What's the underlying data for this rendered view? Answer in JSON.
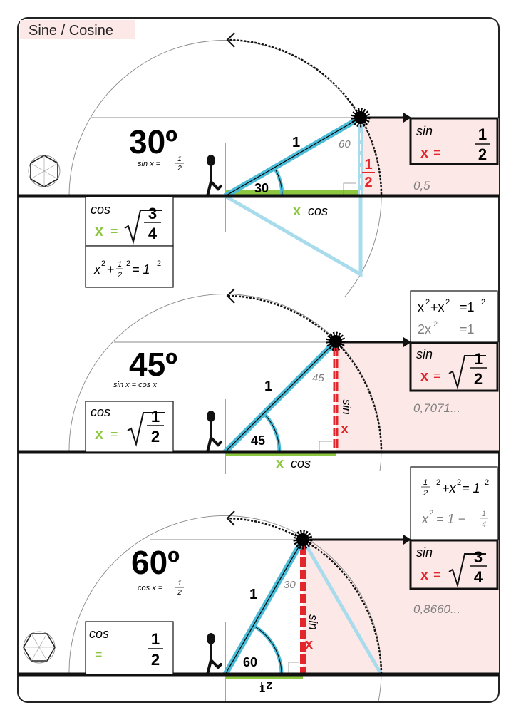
{
  "title": "Sine / Cosine",
  "colors": {
    "pink": "#fde8e8",
    "blue": "#4bbcd8",
    "light_blue": "#a8dcec",
    "green": "#8dc63f",
    "red": "#e3262b"
  },
  "panels": [
    {
      "degree": "30º",
      "relation": "sin x =",
      "relation_num": "1",
      "relation_den": "2",
      "hyp": "1",
      "angle": "30",
      "complement": "60",
      "sin_side_num": "1",
      "sin_side_den": "2",
      "cos_x": "x",
      "cos_word": "cos",
      "sin_box": {
        "fn": "sin",
        "x": "x",
        "eq": "=",
        "num": "1",
        "den": "2"
      },
      "decimal": "0,5",
      "cos_box": {
        "fn": "cos",
        "x": "x",
        "eq": "=",
        "num": "3",
        "den": "4"
      },
      "pythagoras": {
        "a": "x",
        "a_exp": "2",
        "plus": "+",
        "b_num": "1",
        "b_den": "2",
        "b_exp": "2",
        "eq": "= 1",
        "c_exp": "2"
      }
    },
    {
      "degree": "45º",
      "relation": "sin x = cos x",
      "hyp": "1",
      "angle": "45",
      "complement": "45",
      "sin_x": "x",
      "sin_word": "sin",
      "cos_x": "x",
      "cos_word": "cos",
      "equation_1": {
        "a": "x",
        "a_exp": "2",
        "plus": "+x",
        "b_exp": "2",
        "eq": "=1",
        "c_exp": "2"
      },
      "equation_2": {
        "a": "2x",
        "a_exp": "2",
        "eq": "=1"
      },
      "sin_box": {
        "fn": "sin",
        "x": "x",
        "eq": "=",
        "num": "1",
        "den": "2"
      },
      "decimal": "0,7071...",
      "cos_box": {
        "fn": "cos",
        "x": "x",
        "eq": "=",
        "num": "1",
        "den": "2"
      }
    },
    {
      "degree": "60º",
      "relation": "cos x =",
      "relation_num": "1",
      "relation_den": "2",
      "hyp": "1",
      "angle": "60",
      "complement": "30",
      "sin_x": "x",
      "sin_word": "sin",
      "base_num": "1",
      "base_den": "2",
      "equation_1": {
        "a_num": "1",
        "a_den": "2",
        "a_exp": "2",
        "plus": "+x",
        "b_exp": "2",
        "eq": "= 1",
        "c_exp": "2"
      },
      "equation_2": {
        "a": "x",
        "a_exp": "2",
        "eq": "= 1 −",
        "b_num": "1",
        "b_den": "4"
      },
      "sin_box": {
        "fn": "sin",
        "x": "x",
        "eq": "=",
        "num": "3",
        "den": "4"
      },
      "decimal": "0,8660...",
      "cos_box": {
        "fn": "cos",
        "eq": "=",
        "num": "1",
        "den": "2"
      }
    }
  ]
}
